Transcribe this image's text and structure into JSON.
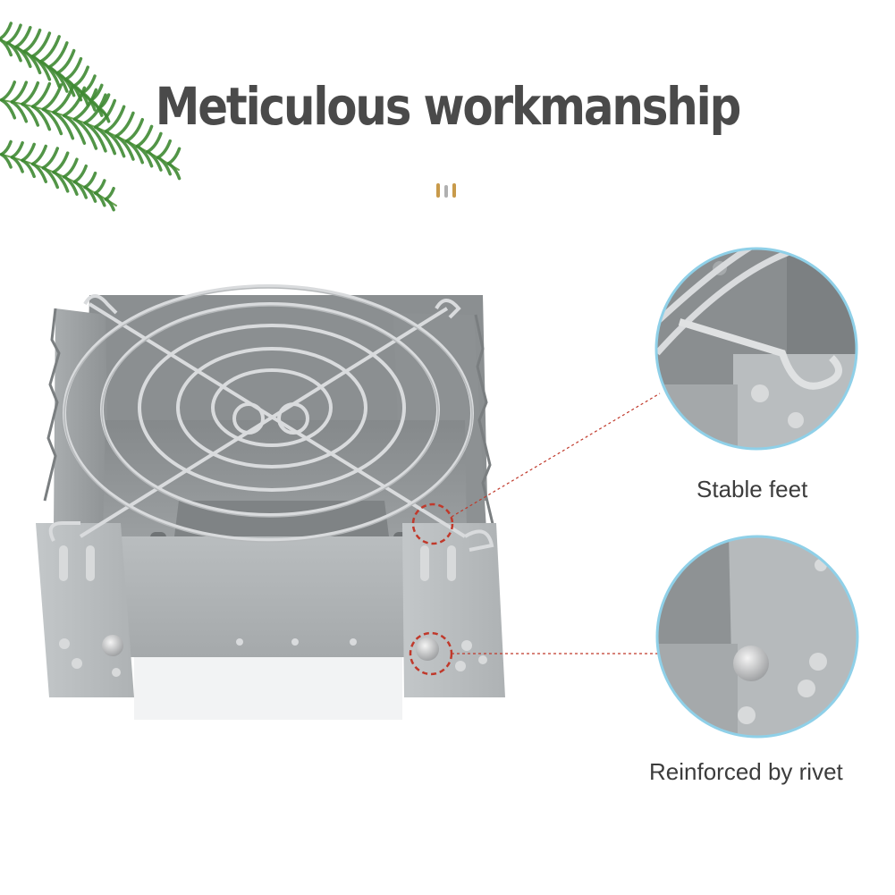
{
  "title": "Meticulous workmanship",
  "callouts": [
    {
      "label": "Stable feet"
    },
    {
      "label": "Reinforced by rivet"
    }
  ],
  "colors": {
    "title": "#4a4a4a",
    "label": "#3c3c3c",
    "callout_circle": "#8fd0e8",
    "pointer": "#c0392b",
    "accent_dots": [
      "#c89a4a",
      "#b0b0b0",
      "#c89a4a"
    ],
    "leaf": "#3f8a33",
    "stove_metal": "#9ea2a3",
    "grate_wire": "#d7d9db"
  },
  "icons": {
    "stove": "folding-camp-stove-photo",
    "leaf": "palm-leaf-decoration",
    "zoom_feet": "stable-feet-zoom-icon",
    "zoom_rivet": "rivet-zoom-icon"
  }
}
